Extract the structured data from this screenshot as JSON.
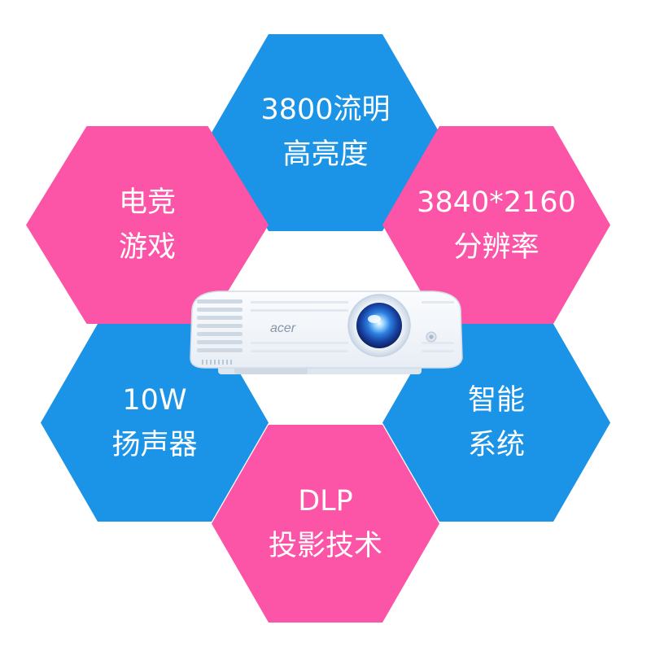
{
  "colors": {
    "pink": "#fc54a6",
    "blue": "#1b93e6",
    "background": "#ffffff",
    "text": "#ffffff"
  },
  "hexagons": [
    {
      "id": "top",
      "color": "blue",
      "lines": [
        "3800流明",
        "高亮度"
      ]
    },
    {
      "id": "left-upper",
      "color": "pink",
      "lines": [
        "电竞",
        "游戏"
      ]
    },
    {
      "id": "right-upper",
      "color": "pink",
      "lines": [
        "3840*2160",
        "分辨率"
      ]
    },
    {
      "id": "left-lower",
      "color": "blue",
      "lines": [
        "10W",
        "扬声器"
      ]
    },
    {
      "id": "right-lower",
      "color": "blue",
      "lines": [
        "智能",
        "系统"
      ]
    },
    {
      "id": "bottom",
      "color": "pink",
      "lines": [
        "DLP",
        "投影技术"
      ]
    }
  ],
  "projector": {
    "brand": "acer",
    "icon": "projector-image"
  }
}
